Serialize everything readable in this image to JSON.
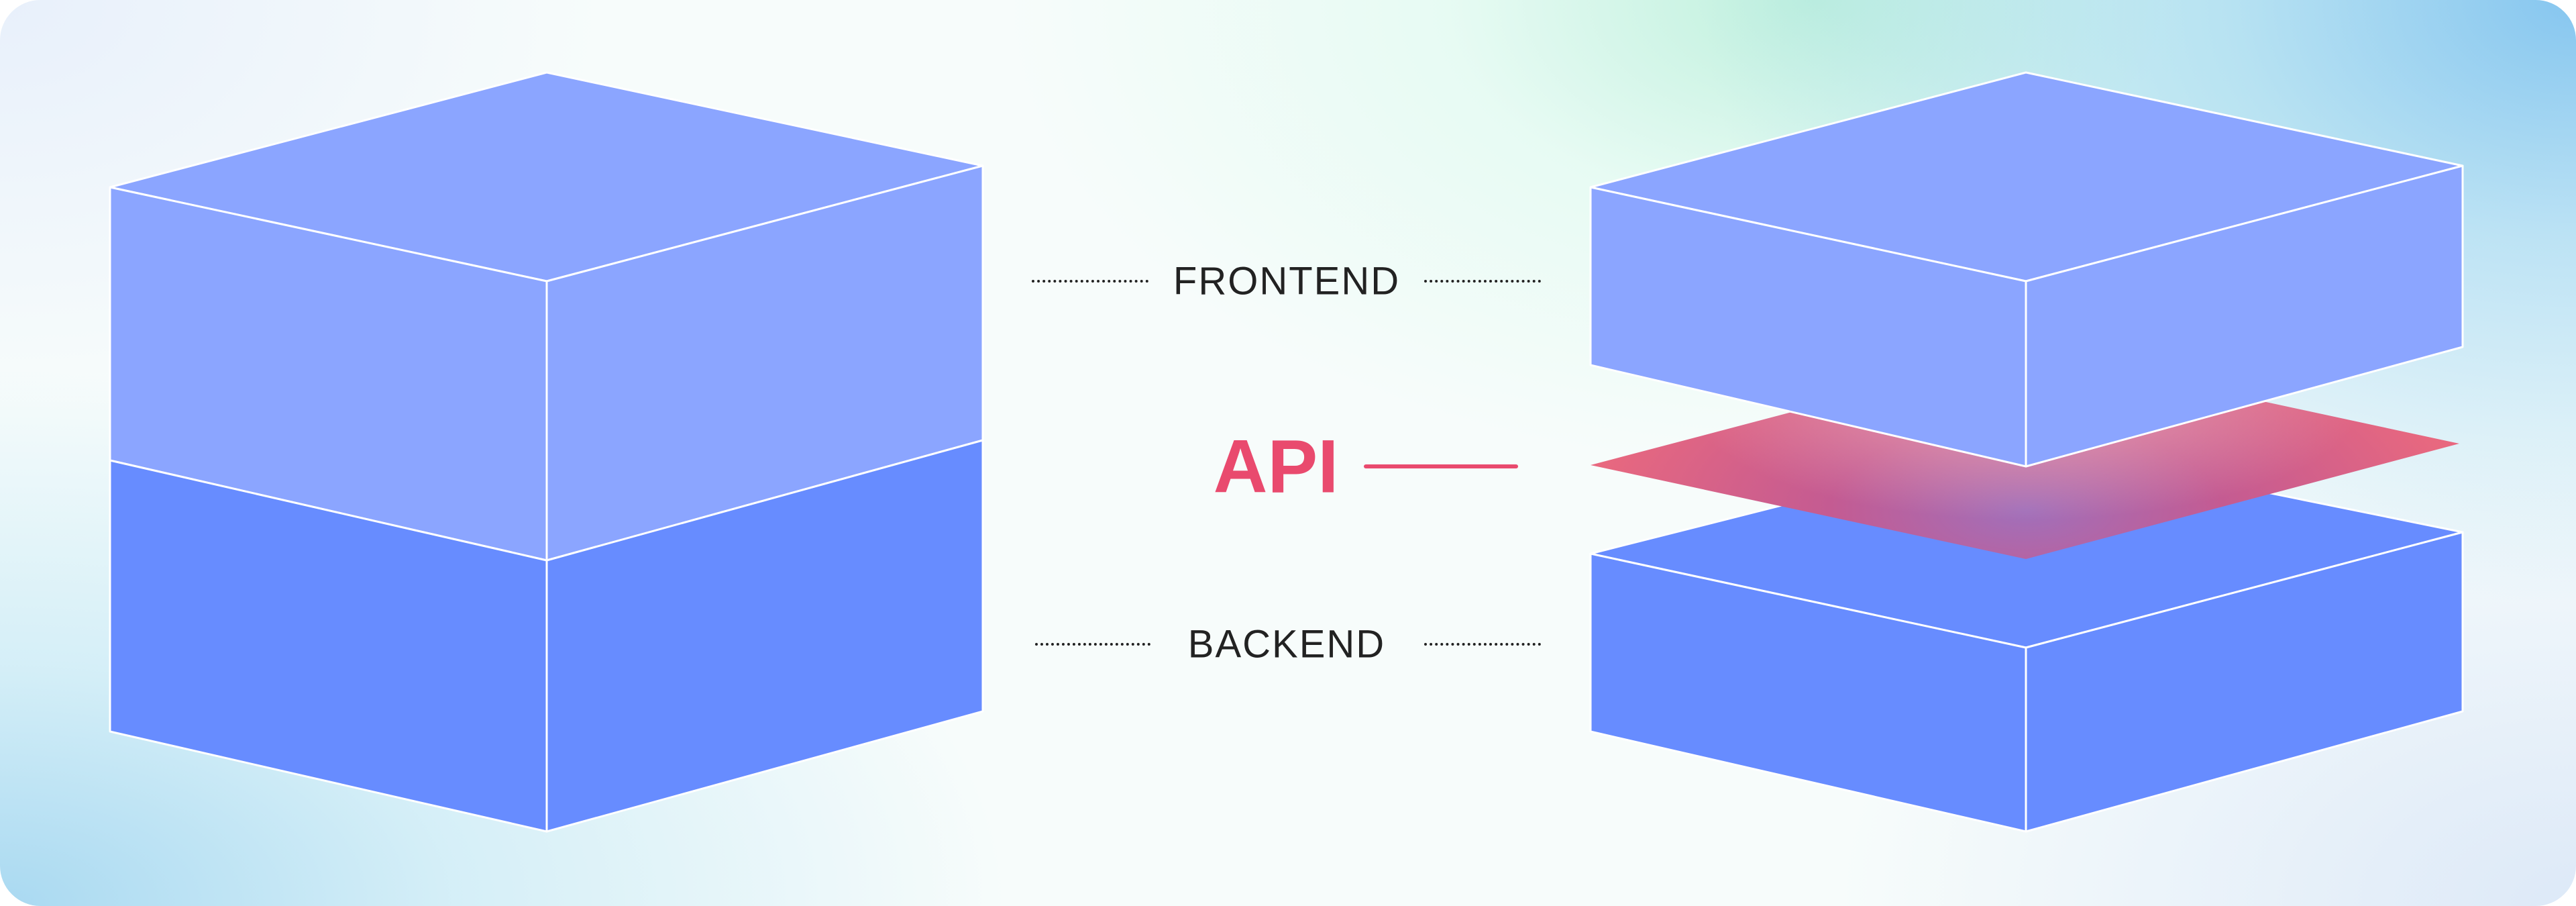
{
  "labels": {
    "frontend": "FRONTEND",
    "api": "API",
    "backend": "BACKEND"
  },
  "colors": {
    "frontend_layer": "#8ba5ff",
    "backend_layer": "#678cff",
    "api_layer": "#e8687f",
    "api_text": "#e94a6e",
    "edge": "#ffffff"
  }
}
